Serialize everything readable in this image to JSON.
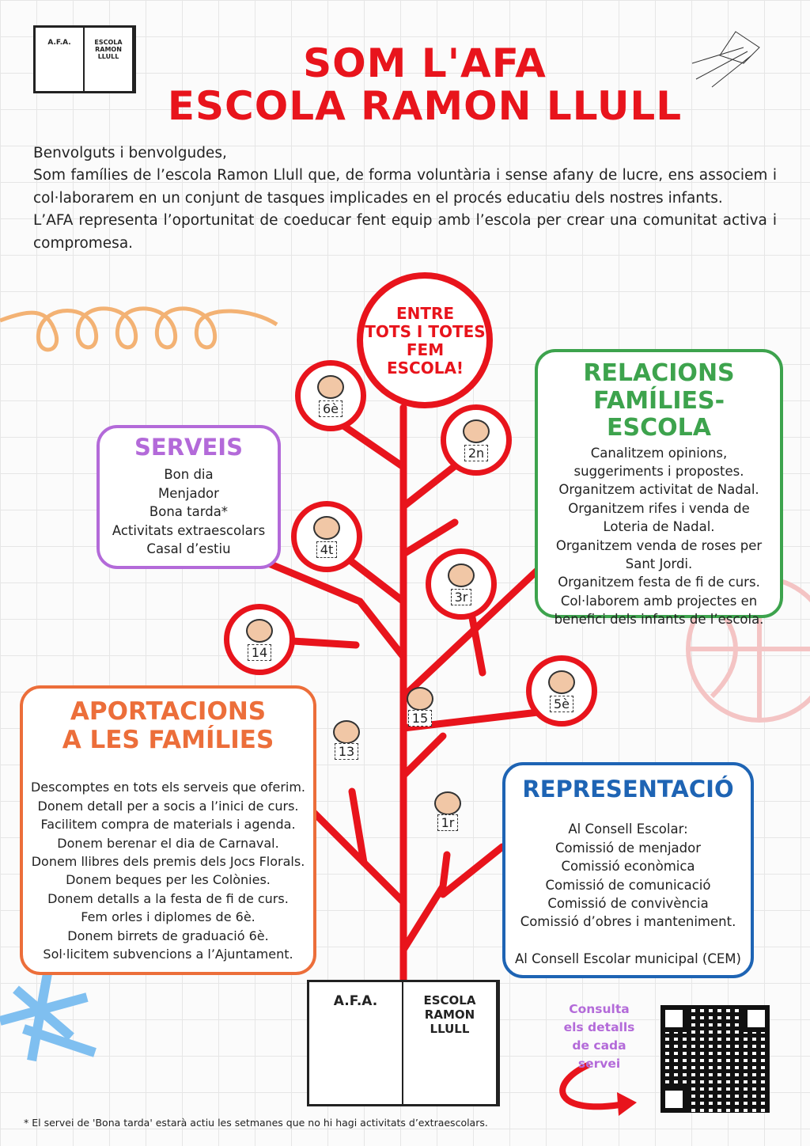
{
  "header": {
    "title_line1": "SOM L'AFA",
    "title_line2": "ESCOLA RAMON LLULL",
    "logo_left": "A.F.A.",
    "logo_right_1": "ESCOLA",
    "logo_right_2": "RAMON LLULL"
  },
  "intro": {
    "greeting": "Benvolguts i benvolgudes,",
    "p1": "Som famílies de l’escola Ramon Llull que, de forma voluntària i sense afany de lucre, ens associem i col·laborarem en un conjunt de tasques implicades en el procés educatiu dels nostres infants.",
    "p2": "L’AFA representa l’oportunitat de coeducar fent equip amb l’escola per crear una comunitat activa i compromesa."
  },
  "motto": {
    "lines": [
      "ENTRE",
      "TOTS I TOTES",
      "FEM",
      "ESCOLA!"
    ]
  },
  "grades": [
    "6è",
    "2n",
    "4t",
    "3r",
    "14",
    "5è",
    "15",
    "13",
    "1r"
  ],
  "serveis": {
    "title": "SERVEIS",
    "items": [
      "Bon dia",
      "Menjador",
      "Bona tarda*",
      "Activitats extraescolars",
      "Casal d’estiu"
    ]
  },
  "relacions": {
    "title_1": "RELACIONS",
    "title_2": "FAMÍLIES-ESCOLA",
    "items": [
      "Canalitzem opinions, suggeriments i propostes.",
      "Organitzem activitat de Nadal.",
      "Organitzem rifes i venda de Loteria de Nadal.",
      "Organitzem venda de roses per Sant Jordi.",
      "Organitzem festa de fi de curs.",
      "Col·laborem amb projectes en benefici dels infants de l’escola."
    ]
  },
  "aportacions": {
    "title_1": "APORTACIONS",
    "title_2": "A LES FAMÍLIES",
    "items": [
      "Descomptes en tots els serveis que oferim.",
      "Donem detall per a socis a l’inici de curs.",
      "Facilitem compra de materials i agenda.",
      "Donem berenar el dia de Carnaval.",
      "Donem llibres dels premis dels Jocs Florals.",
      "Donem beques per les Colònies.",
      "Donem detalls a la festa de fi de curs.",
      "Fem orles i diplomes de 6è.",
      "Donem birrets de graduació 6è.",
      "Sol·licitem subvencions a l’Ajuntament."
    ]
  },
  "representacio": {
    "title": "REPRESENTACIÓ",
    "items": [
      "Al Consell Escolar:",
      "Comissió de menjador",
      "Comissió econòmica",
      "Comissió de comunicació",
      "Comissió de convivència",
      "Comissió d’obres i manteniment."
    ],
    "extra": "Al Consell Escolar municipal (CEM)"
  },
  "qr": {
    "line1": "Consulta",
    "line2": "els detalls",
    "line3": "de cada servei"
  },
  "footnote": "* El servei de 'Bona tarda' estarà actiu les setmanes que no hi hagi activitats d’extraescolars.",
  "colors": {
    "red": "#e8141c",
    "purple": "#b36ad9",
    "green": "#3da34d",
    "orange": "#ec6e3a",
    "blue": "#1e64b4"
  }
}
